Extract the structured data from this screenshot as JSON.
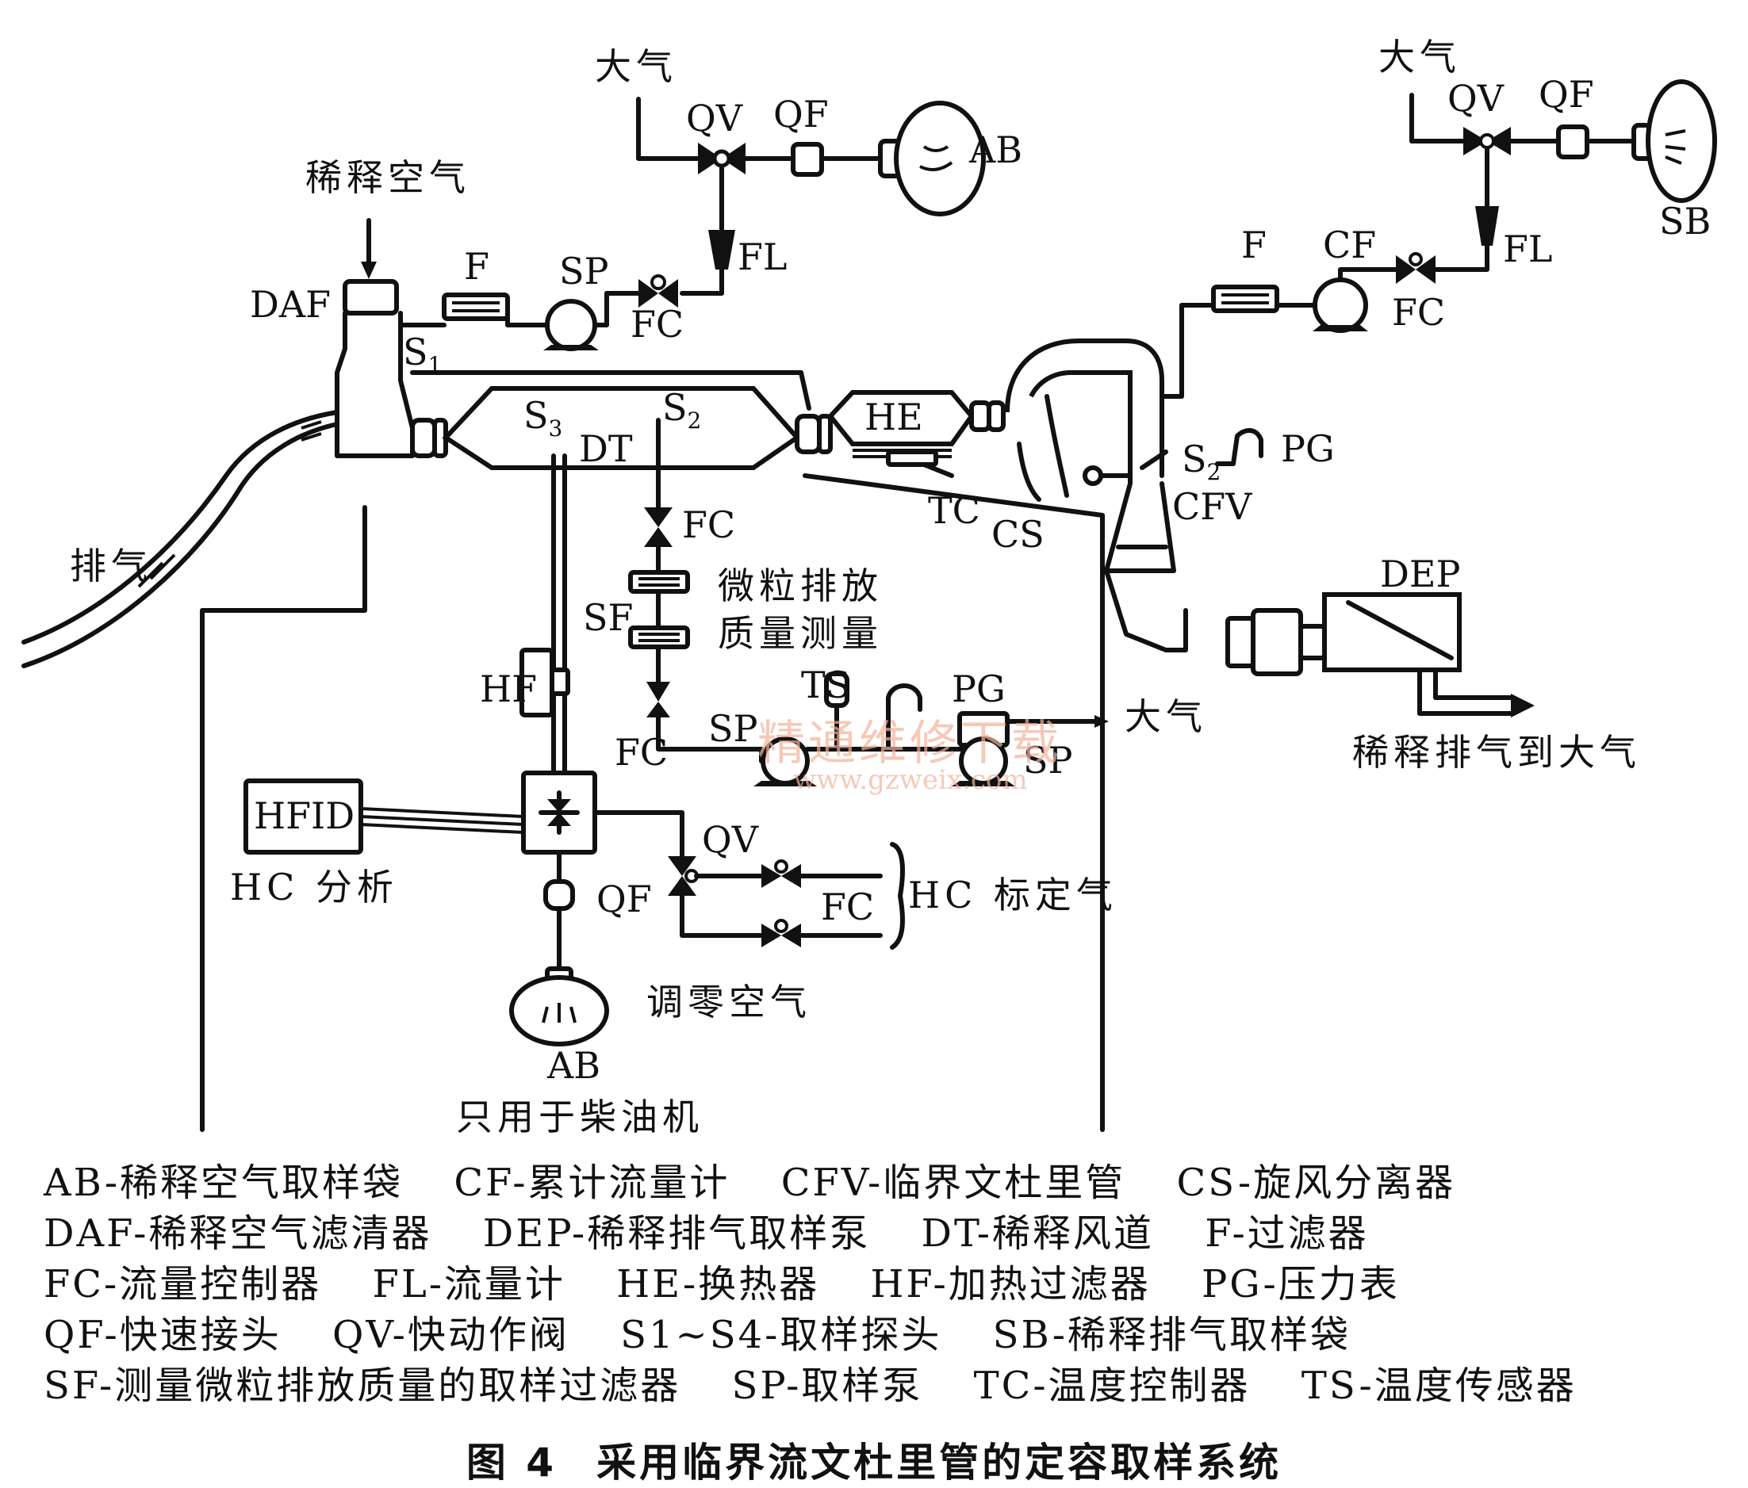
{
  "labels": {
    "atm_left": "大气",
    "atm_right": "大气",
    "atm_mid": "大气",
    "qv_top": "QV",
    "qf_top": "QF",
    "ab_top": "AB",
    "qv_right": "QV",
    "qf_right": "QF",
    "sb": "SB",
    "dilution_air": "稀释空气",
    "daf": "DAF",
    "f_left": "F",
    "sp_top": "SP",
    "fl_left": "FL",
    "fc_top": "FC",
    "s1": "S",
    "s1_sub": "1",
    "s3": "S",
    "s3_sub": "3",
    "s2_dt": "S",
    "s2_dt_sub": "2",
    "dt": "DT",
    "he": "HE",
    "tc": "TC",
    "cs": "CS",
    "f_right": "F",
    "cf": "CF",
    "fc_right": "FC",
    "fl_right": "FL",
    "s2_right": "S",
    "s2_right_sub": "2",
    "pg_right": "PG",
    "cfv": "CFV",
    "exhaust": "排气",
    "fc_mid": "FC",
    "particle_1": "微粒排放",
    "particle_2": "质量测量",
    "sf": "SF",
    "hf": "HF",
    "ts": "TS",
    "pg_mid": "PG",
    "sp_mid_left": "SP",
    "sp_mid_right": "SP",
    "fc_low": "FC",
    "dep": "DEP",
    "dilute_exhaust": "稀释排气到大气",
    "hfid": "HFID",
    "hc_analysis": "HC 分析",
    "qv_low": "QV",
    "fc_cal": "FC",
    "hc_cal": "HC 标定气",
    "qf_low": "QF",
    "zero_air": "调零空气",
    "ab_low": "AB",
    "diesel_only": "只用于柴油机",
    "watermark": "精通维修下载",
    "watermark_url": "www.gzweix.com"
  },
  "legend": [
    "AB-稀释空气取样袋",
    "CF-累计流量计",
    "CFV-临界文杜里管",
    "CS-旋风分离器",
    "DAF-稀释空气滤清器",
    "DEP-稀释排气取样泵",
    "DT-稀释风道",
    "F-过滤器",
    "FC-流量控制器",
    "FL-流量计",
    "HE-换热器",
    "HF-加热过滤器",
    "PG-压力表",
    "QF-快速接头",
    "QV-快动作阀",
    "S1~S4-取样探头",
    "SB-稀释排气取样袋",
    "SF-测量微粒排放质量的取样过滤器",
    "SP-取样泵",
    "TC-温度控制器",
    "TS-温度传感器"
  ],
  "caption": {
    "number": "图 4",
    "title": "采用临界流文杜里管的定容取样系统"
  }
}
